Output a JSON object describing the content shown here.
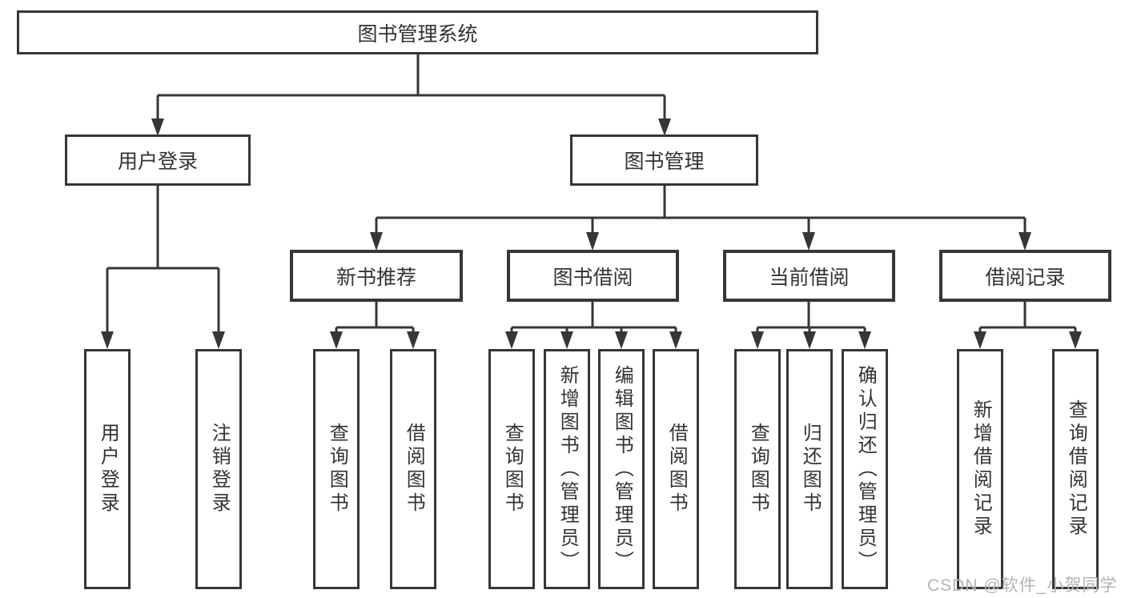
{
  "tree": {
    "label": "图书管理系统",
    "children": [
      {
        "label": "用户登录",
        "children": [
          {
            "label": "用户登录"
          },
          {
            "label": "注销登录"
          }
        ]
      },
      {
        "label": "图书管理",
        "children": [
          {
            "label": "新书推荐",
            "children": [
              {
                "label": "查询图书"
              },
              {
                "label": "借阅图书"
              }
            ]
          },
          {
            "label": "图书借阅",
            "children": [
              {
                "label": "查询图书"
              },
              {
                "label": "新增图书（管理员）"
              },
              {
                "label": "编辑图书（管理员）"
              },
              {
                "label": "借阅图书"
              }
            ]
          },
          {
            "label": "当前借阅",
            "children": [
              {
                "label": "查询图书"
              },
              {
                "label": "归还图书"
              },
              {
                "label": "确认归还（管理员）"
              }
            ]
          },
          {
            "label": "借阅记录",
            "children": [
              {
                "label": "新增借阅记录"
              },
              {
                "label": "查询借阅记录"
              }
            ]
          }
        ]
      }
    ]
  },
  "watermark": {
    "text": "CSDN @软件_小贺同学"
  },
  "colors": {
    "line": "#363636",
    "text": "#333333",
    "background": "#ffffff",
    "watermark": "#b3b3b3"
  }
}
